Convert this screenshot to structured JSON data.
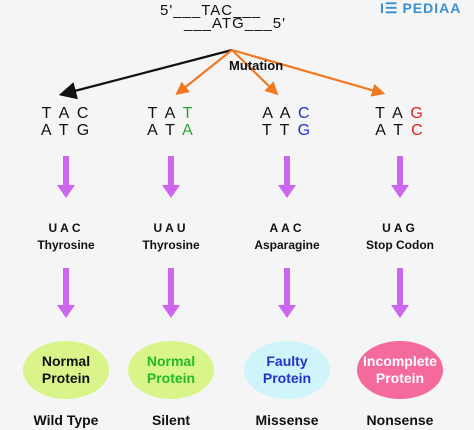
{
  "header": {
    "dna_top": "5'___TAC___",
    "dna_bottom": "___ATG___5'",
    "logo_mark": "I☰",
    "logo_text": "PEDIAA",
    "mutation_label": "Mutation"
  },
  "columns": [
    {
      "seq_top": [
        {
          "t": "T",
          "c": "#111111"
        },
        {
          "t": "A",
          "c": "#111111"
        },
        {
          "t": "C",
          "c": "#111111"
        }
      ],
      "seq_bottom": [
        {
          "t": "A",
          "c": "#111111"
        },
        {
          "t": "T",
          "c": "#111111"
        },
        {
          "t": "G",
          "c": "#111111"
        }
      ],
      "codon": "UAC",
      "amino_acid": "Thyrosine",
      "protein_line1": "Normal",
      "protein_line2": "Protein",
      "protein_fill": "#d9f58a",
      "protein_text_color": "#111111",
      "type": "Wild Type"
    },
    {
      "seq_top": [
        {
          "t": "T",
          "c": "#111111"
        },
        {
          "t": "A",
          "c": "#111111"
        },
        {
          "t": "T",
          "c": "#22aa33"
        }
      ],
      "seq_bottom": [
        {
          "t": "A",
          "c": "#111111"
        },
        {
          "t": "T",
          "c": "#111111"
        },
        {
          "t": "A",
          "c": "#22aa33"
        }
      ],
      "codon": "UAU",
      "amino_acid": "Thyrosine",
      "protein_line1": "Normal",
      "protein_line2": "Protein",
      "protein_fill": "#d9f58a",
      "protein_text_color": "#22bb22",
      "type": "Silent"
    },
    {
      "seq_top": [
        {
          "t": "A",
          "c": "#111111"
        },
        {
          "t": "A",
          "c": "#111111"
        },
        {
          "t": "C",
          "c": "#1f2fd0"
        }
      ],
      "seq_bottom": [
        {
          "t": "T",
          "c": "#111111"
        },
        {
          "t": "T",
          "c": "#111111"
        },
        {
          "t": "G",
          "c": "#1f2fd0"
        }
      ],
      "codon": "AAC",
      "amino_acid": "Asparagine",
      "protein_line1": "Faulty",
      "protein_line2": "Protein",
      "protein_fill": "#cff5fb",
      "protein_text_color": "#2233cc",
      "type": "Missense"
    },
    {
      "seq_top": [
        {
          "t": "T",
          "c": "#111111"
        },
        {
          "t": "A",
          "c": "#111111"
        },
        {
          "t": "G",
          "c": "#e02020"
        }
      ],
      "seq_bottom": [
        {
          "t": "A",
          "c": "#111111"
        },
        {
          "t": "T",
          "c": "#111111"
        },
        {
          "t": "C",
          "c": "#e02020"
        }
      ],
      "codon": "UAG",
      "amino_acid": "Stop Codon",
      "protein_line1": "Incomplete",
      "protein_line2": "Protein",
      "protein_fill": "#f56a9c",
      "protein_text_color": "#ffffff",
      "type": "Nonsense"
    }
  ],
  "colors": {
    "mutation_arrow": "#f07820",
    "wildtype_arrow": "#111111",
    "down_arrow": "#cc66ee",
    "logo": "#3a8fd0"
  }
}
